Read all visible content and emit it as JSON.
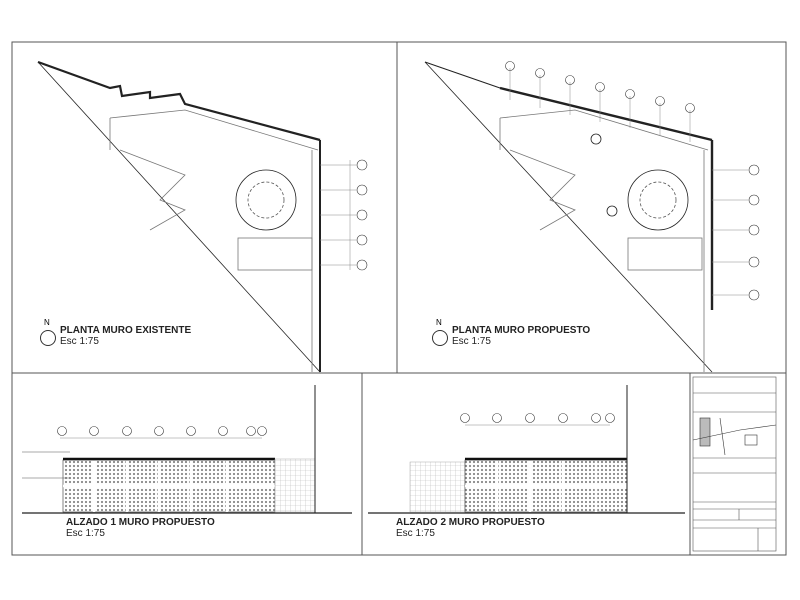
{
  "sheet": {
    "north_label": "N",
    "panels": [
      {
        "title": "PLANTA MURO EXISTENTE",
        "scale": "Esc 1:75"
      },
      {
        "title": "PLANTA MURO PROPUESTO",
        "scale": "Esc 1:75"
      },
      {
        "title": "ALZADO 1 MURO PROPUESTO",
        "scale": "Esc 1:75"
      },
      {
        "title": "ALZADO 2 MURO PROPUESTO",
        "scale": "Esc 1:75"
      }
    ],
    "colors": {
      "line": "#222222",
      "grid": "#888888",
      "hatch": "#999999"
    }
  }
}
